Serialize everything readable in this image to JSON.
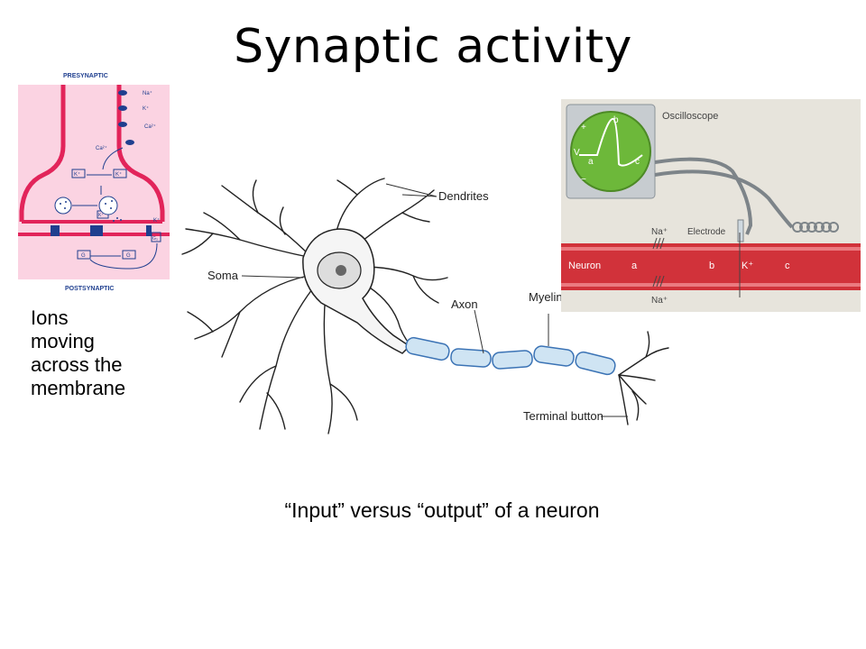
{
  "slide": {
    "title": "Synaptic activity",
    "side_label_lines": [
      "Ions",
      "moving",
      "across the",
      "membrane"
    ],
    "caption": "“Input” versus “output” of a neuron"
  },
  "synapse_diagram": {
    "top_label": "PRESYNAPTIC",
    "bottom_label": "POSTSYNAPTIC",
    "ions": [
      "Na⁺",
      "K⁺",
      "Ca²⁺",
      "Ca²⁺",
      "K⁺"
    ],
    "boxes": [
      "K⁺",
      "K⁺",
      "K⁺",
      "G",
      "G",
      "G₃"
    ],
    "colors": {
      "membrane": "#e2245a",
      "background": "#fbd3e2",
      "labels": "#1f3f8f"
    }
  },
  "neuron_diagram": {
    "labels": [
      "Dendrites",
      "Soma",
      "Axon",
      "Myelin sheath",
      "Terminal button"
    ],
    "colors": {
      "myelin": "#cfe4f3",
      "myelin_stroke": "#3b73b5"
    }
  },
  "oscilloscope_diagram": {
    "title": "Oscilloscope",
    "screen_labels": [
      "+",
      "b",
      "V",
      "a",
      "c",
      "−"
    ],
    "electrode_label": "Electrode",
    "na_top": "Na⁺",
    "na_bottom": "Na⁺",
    "axon_labels": [
      "Neuron",
      "a",
      "b",
      "K⁺",
      "c"
    ],
    "colors": {
      "panel": "#e7e4dc",
      "screen": "#6db83a",
      "axon": "#d1323a"
    }
  }
}
